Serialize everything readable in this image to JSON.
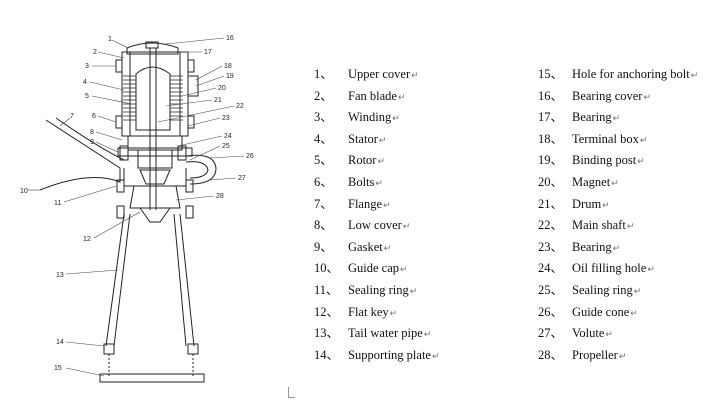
{
  "diagram": {
    "callouts": [
      "1",
      "2",
      "3",
      "4",
      "5",
      "6",
      "7",
      "8",
      "9",
      "10",
      "11",
      "12",
      "13",
      "14",
      "15",
      "16",
      "17",
      "18",
      "19",
      "20",
      "21",
      "22",
      "23",
      "24",
      "25",
      "26",
      "27",
      "28"
    ]
  },
  "legend": {
    "return_mark": "↵",
    "left": [
      {
        "num": "1、",
        "label": "Upper cover"
      },
      {
        "num": "2、",
        "label": "Fan blade"
      },
      {
        "num": "3、",
        "label": "Winding"
      },
      {
        "num": "4、",
        "label": "Stator"
      },
      {
        "num": "5、",
        "label": "Rotor"
      },
      {
        "num": "6、",
        "label": "Bolts"
      },
      {
        "num": "7、",
        "label": "Flange"
      },
      {
        "num": "8、",
        "label": "Low cover"
      },
      {
        "num": "9、",
        "label": "Gasket"
      },
      {
        "num": "10、",
        "label": "Guide cap"
      },
      {
        "num": "11、",
        "label": "Sealing ring"
      },
      {
        "num": "12、",
        "label": "Flat key"
      },
      {
        "num": "13、",
        "label": "Tail water pipe"
      },
      {
        "num": "14、",
        "label": "Supporting plate"
      }
    ],
    "right": [
      {
        "num": "15、",
        "label": "Hole for anchoring bolt"
      },
      {
        "num": "16、",
        "label": "Bearing cover"
      },
      {
        "num": "17、",
        "label": "Bearing"
      },
      {
        "num": "18、",
        "label": "Terminal box"
      },
      {
        "num": "19、",
        "label": "Binding post"
      },
      {
        "num": "20、",
        "label": "Magnet"
      },
      {
        "num": "21、",
        "label": "Drum"
      },
      {
        "num": "22、",
        "label": "Main shaft"
      },
      {
        "num": "23、",
        "label": "Bearing"
      },
      {
        "num": "24、",
        "label": "Oil filling hole"
      },
      {
        "num": "25、",
        "label": "Sealing ring"
      },
      {
        "num": "26、",
        "label": "Guide cone"
      },
      {
        "num": "27、",
        "label": "Volute"
      },
      {
        "num": "28、",
        "label": "Propeller"
      }
    ]
  }
}
